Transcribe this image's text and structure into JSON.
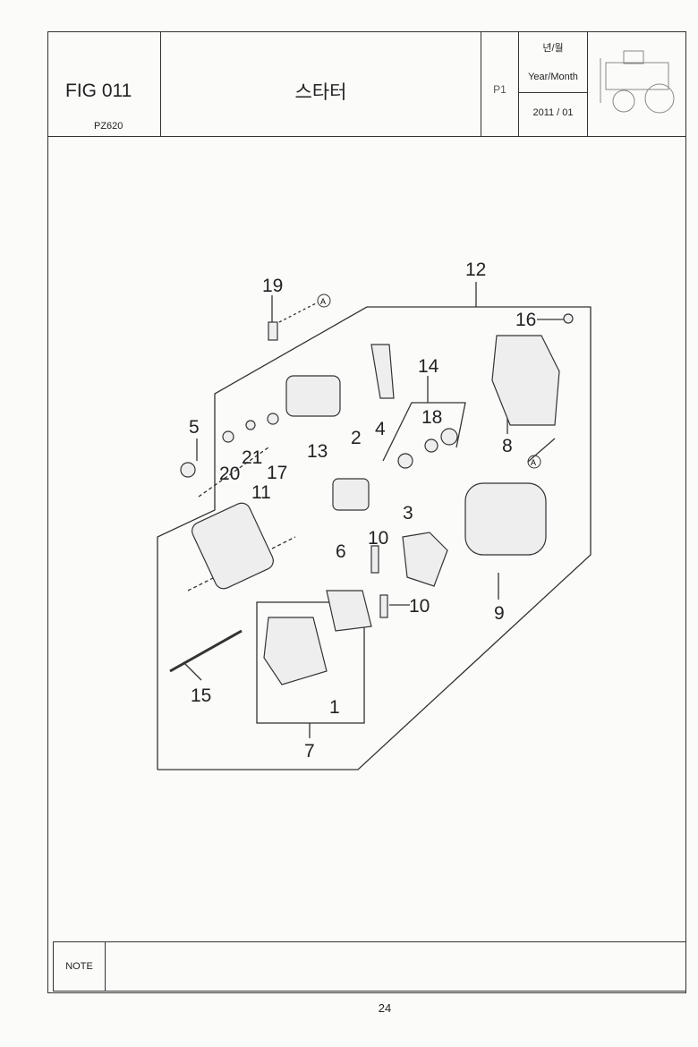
{
  "header": {
    "fig": "FIG 011",
    "model": "PZ620",
    "title": "스타터",
    "page_code": "P1",
    "ym_korean": "년/월",
    "ym_label": "Year/Month",
    "date": "2011 / 01"
  },
  "diagram": {
    "callouts": [
      "19",
      "12",
      "16",
      "14",
      "18",
      "5",
      "13",
      "4",
      "2",
      "8",
      "20",
      "21",
      "17",
      "11",
      "3",
      "10",
      "6",
      "10",
      "9",
      "15",
      "1",
      "7"
    ],
    "ref_marker": "A"
  },
  "note": {
    "label": "NOTE"
  },
  "page_number": "24"
}
